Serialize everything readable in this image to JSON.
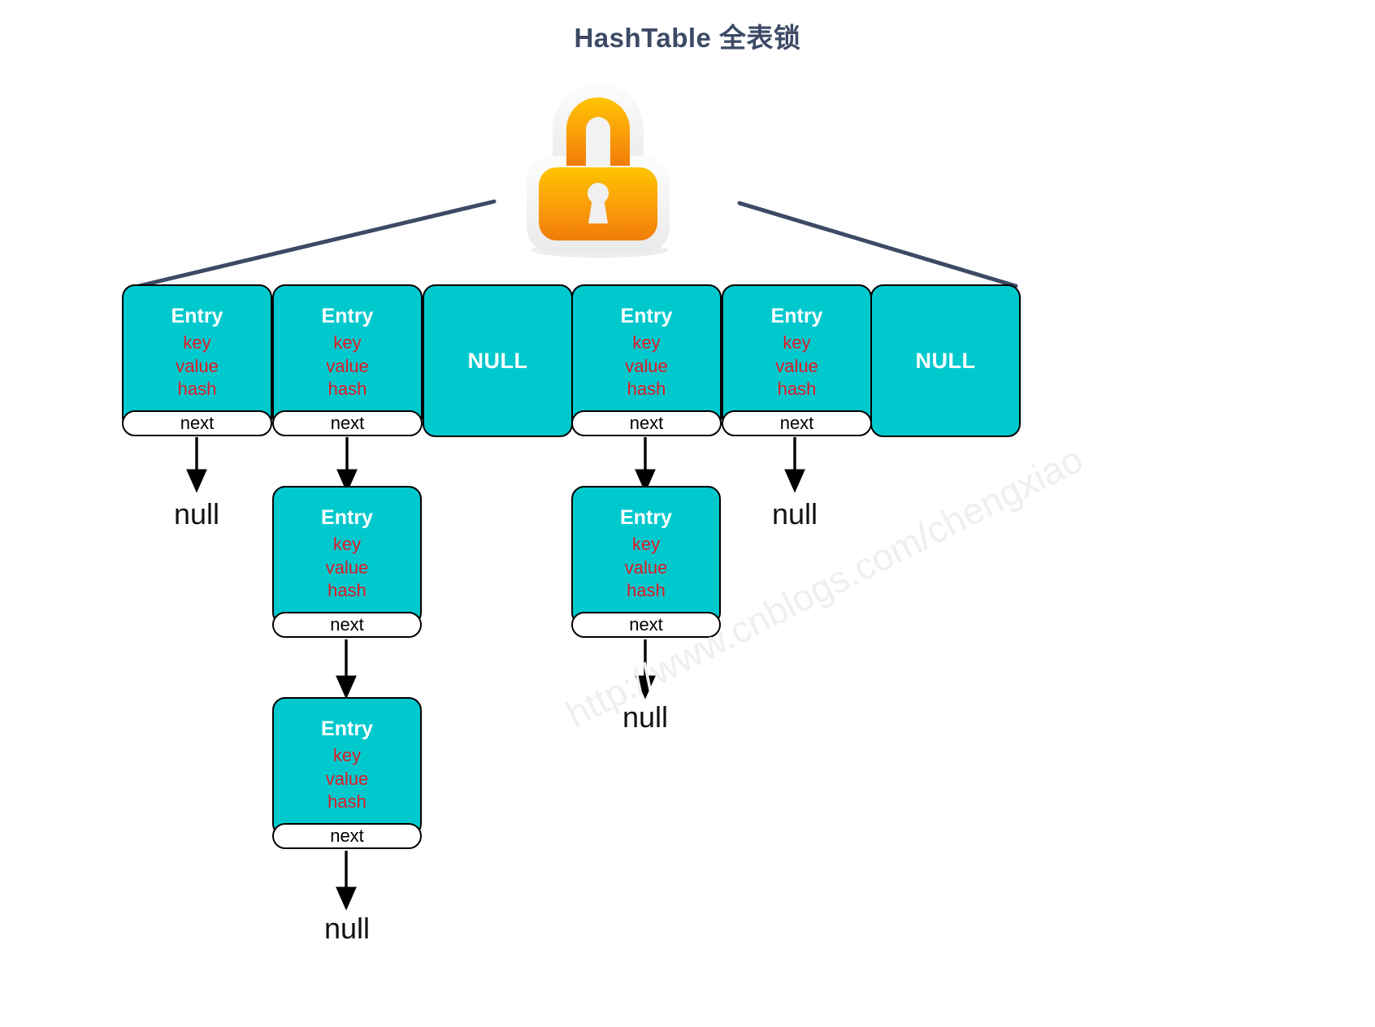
{
  "title": "HashTable 全表锁",
  "icon": {
    "name": "padlock-icon",
    "colors": {
      "top": "#ffb700",
      "bottom": "#f07c00",
      "rim": "#f2f2f2"
    }
  },
  "colors": {
    "title": "#3c4a66",
    "entry_fill": "#00c9ce",
    "entry_border": "#000000",
    "field_text": "#e01b24",
    "header_text": "#ffffff",
    "connector": "#3c4a66",
    "arrow": "#000000",
    "watermark": "#efefef"
  },
  "labels": {
    "entry": "Entry",
    "key": "key",
    "value": "value",
    "hash": "hash",
    "next": "next",
    "null_slot": "NULL",
    "null_ref": "null"
  },
  "table": {
    "slots": [
      {
        "index": 0,
        "type": "entry",
        "title": "Entry",
        "fields": [
          "key",
          "value",
          "hash"
        ],
        "next_label": "next",
        "next_target": "null"
      },
      {
        "index": 1,
        "type": "entry",
        "title": "Entry",
        "fields": [
          "key",
          "value",
          "hash"
        ],
        "next_label": "next",
        "next_target": "entry"
      },
      {
        "index": 2,
        "type": "null",
        "title": "NULL"
      },
      {
        "index": 3,
        "type": "entry",
        "title": "Entry",
        "fields": [
          "key",
          "value",
          "hash"
        ],
        "next_label": "next",
        "next_target": "entry"
      },
      {
        "index": 4,
        "type": "entry",
        "title": "Entry",
        "fields": [
          "key",
          "value",
          "hash"
        ],
        "next_label": "next",
        "next_target": "null"
      },
      {
        "index": 5,
        "type": "null",
        "title": "NULL"
      }
    ]
  },
  "chains": [
    {
      "id": "chain-slot0",
      "from_slot": 0,
      "nodes": [],
      "terminal": "null"
    },
    {
      "id": "chain-slot1",
      "from_slot": 1,
      "nodes": [
        {
          "title": "Entry",
          "fields": [
            "key",
            "value",
            "hash"
          ],
          "next_label": "next"
        },
        {
          "title": "Entry",
          "fields": [
            "key",
            "value",
            "hash"
          ],
          "next_label": "next"
        }
      ],
      "terminal": "null"
    },
    {
      "id": "chain-slot3",
      "from_slot": 3,
      "nodes": [
        {
          "title": "Entry",
          "fields": [
            "key",
            "value",
            "hash"
          ],
          "next_label": "next"
        }
      ],
      "terminal": "null"
    },
    {
      "id": "chain-slot4",
      "from_slot": 4,
      "nodes": [],
      "terminal": "null"
    }
  ],
  "watermark": {
    "text": "http://www.cnblogs.com/chengxiao"
  }
}
